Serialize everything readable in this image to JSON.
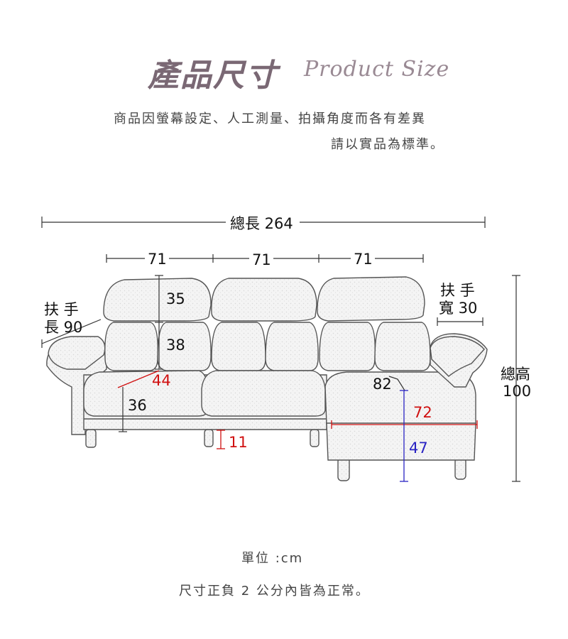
{
  "header": {
    "title_cn": "產品尺寸",
    "title_en": "Product Size"
  },
  "notes": {
    "line1": "商品因螢幕設定、人工測量、拍攝角度而各有差異",
    "line2": "請以實品為標準。"
  },
  "dimensions": {
    "total_length_label": "總長 264",
    "seat_widths": [
      "71",
      "71",
      "71"
    ],
    "headrest_height": "35",
    "back_cushion_height": "38",
    "seat_depth": "44",
    "seat_height": "36",
    "leg_height": "11",
    "armrest_length_label": "扶 手",
    "armrest_length_value": "長 90",
    "armrest_width_label": "扶 手",
    "armrest_width_value": "寬 30",
    "chaise_angle": "82",
    "chaise_width": "72",
    "chaise_seat_height": "47",
    "total_height_label": "總高",
    "total_height_value": "100"
  },
  "colors": {
    "accent_red": "#d01010",
    "accent_blue": "#2a24c4",
    "title": "#7a6874"
  },
  "footer": {
    "unit": "單位 :cm",
    "tolerance": "尺寸正負 2 公分內皆為正常。"
  }
}
